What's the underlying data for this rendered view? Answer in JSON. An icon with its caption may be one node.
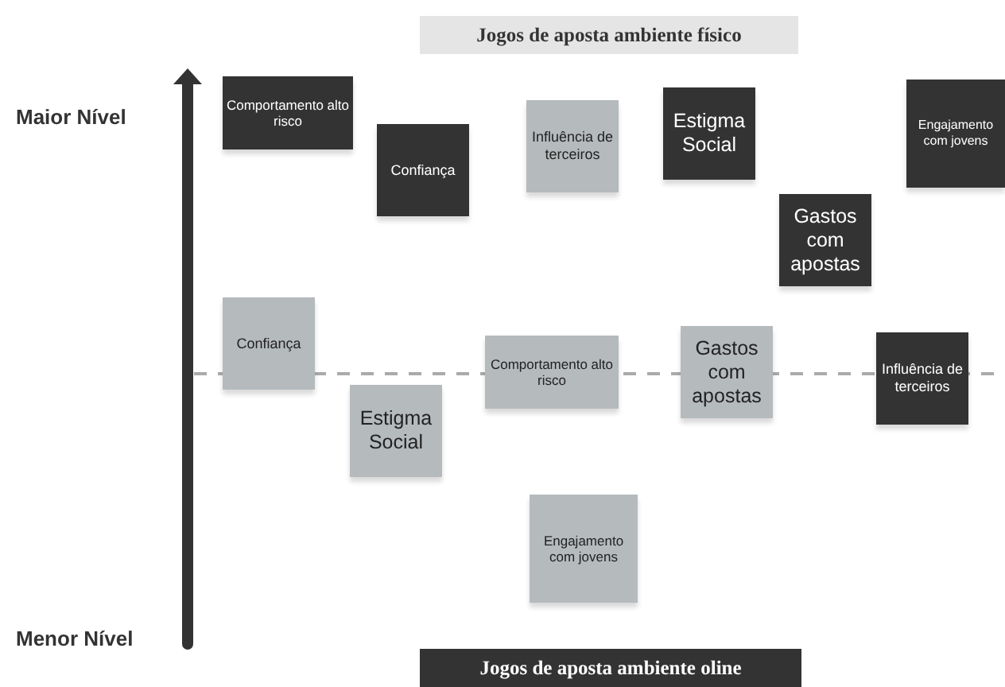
{
  "diagram": {
    "nodes": [
      {
        "text": [
          "Jogos de aposta ambiente físico"
        ]
      },
      {
        "text": [
          "Comportamento alto risco"
        ]
      },
      {
        "text": [
          "Confiança"
        ]
      },
      {
        "text": [
          "Influência de terceiros"
        ]
      },
      {
        "text": [
          "Estigma Social"
        ]
      },
      {
        "text": [
          "Engajamento com jovens"
        ]
      },
      {
        "text": [
          "Gastos com apostas"
        ]
      },
      {
        "text": [
          "Confiança"
        ]
      },
      {
        "text": [
          "Estigma Social"
        ]
      },
      {
        "text": [
          "Comportamento alto risco"
        ]
      },
      {
        "text": [
          "Gastos com apostas"
        ]
      },
      {
        "text": [
          "Influência de terceiros"
        ]
      },
      {
        "text": [
          "Engajamento com jovens"
        ]
      },
      {
        "text": [
          "Jogos de aposta ambiente oline"
        ]
      }
    ],
    "labels": [
      "Maior Nível",
      "Menor Nível"
    ]
  }
}
